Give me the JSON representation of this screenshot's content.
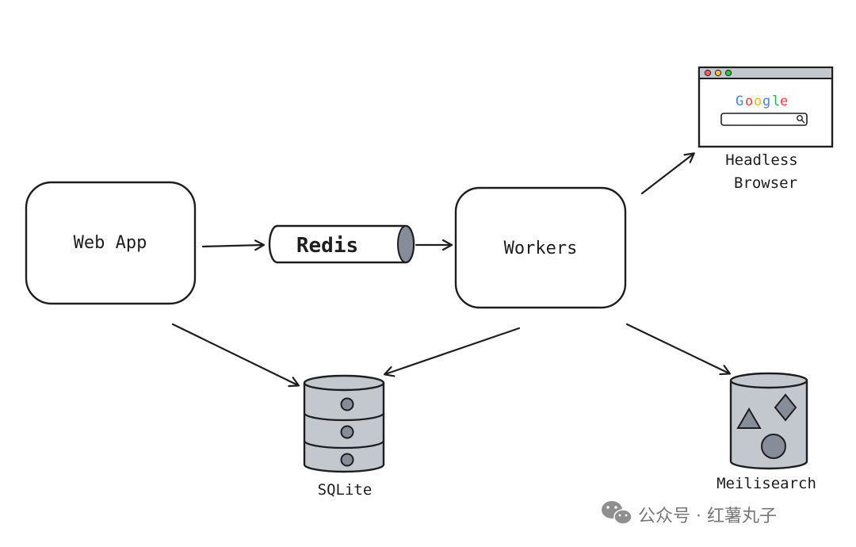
{
  "nodes": {
    "web_app": "Web App",
    "redis": "Redis",
    "workers": "Workers",
    "headless_browser_line1": "Headless",
    "headless_browser_line2": "Browser",
    "sqlite": "SQLite",
    "meilisearch": "Meilisearch"
  },
  "browser": {
    "logo_letters": [
      "G",
      "o",
      "o",
      "g",
      "l",
      "e"
    ],
    "logo_colors": [
      "#4285f4",
      "#ea4335",
      "#fbbc05",
      "#4285f4",
      "#34a853",
      "#ea4335"
    ],
    "traffic_lights": [
      "#ff5f56",
      "#ffbd2e",
      "#27c93f"
    ]
  },
  "watermark": {
    "text": "公众号 · 红薯丸子"
  },
  "colors": {
    "stroke": "#1e1e1e",
    "db_fill": "#c3c7ce",
    "dark_fill": "#868d98"
  }
}
